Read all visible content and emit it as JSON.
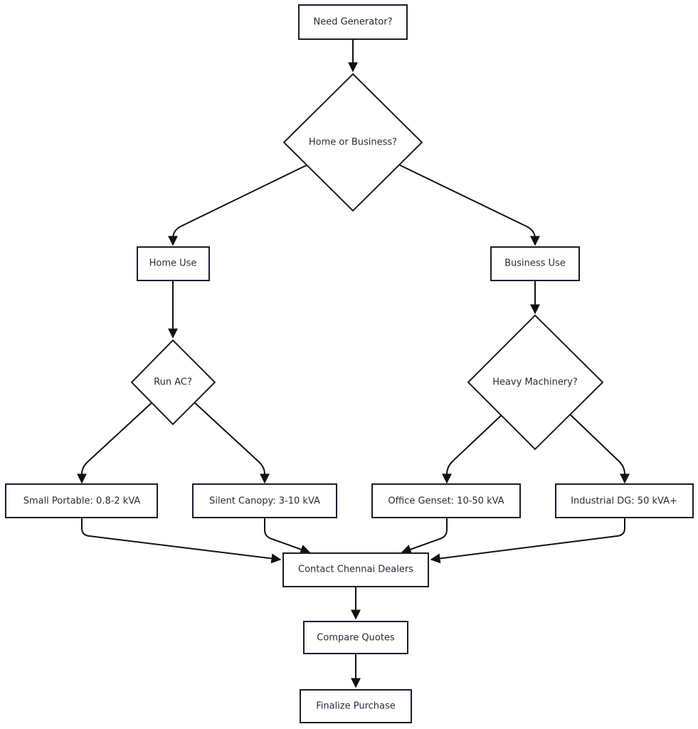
{
  "nodes": {
    "need_generator": "Need Generator?",
    "home_or_business": "Home or Business?",
    "home_use": "Home Use",
    "business_use": "Business Use",
    "run_ac": "Run AC?",
    "heavy_machinery": "Heavy Machinery?",
    "small_portable": "Small Portable: 0.8-2 kVA",
    "silent_canopy": "Silent Canopy: 3-10 kVA",
    "office_genset": "Office Genset: 10-50 kVA",
    "industrial_dg": "Industrial DG: 50 kVA+",
    "contact_dealers": "Contact Chennai Dealers",
    "compare_quotes": "Compare Quotes",
    "finalize_purchase": "Finalize Purchase"
  },
  "colors": {
    "stroke": "#1c1c2e",
    "edge": "#111111",
    "text": "#2a2a3a",
    "fill": "#ffffff"
  }
}
